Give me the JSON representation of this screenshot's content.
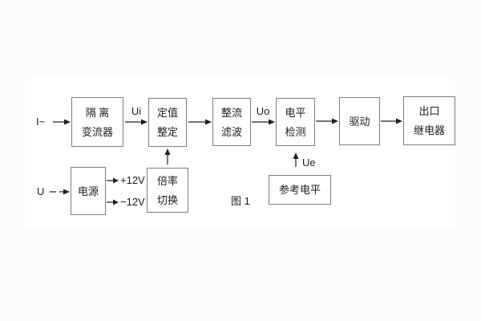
{
  "figure": {
    "caption": "图 1",
    "inputs": {
      "current": "I~",
      "voltage": "U"
    },
    "signal_labels": {
      "ui": "Ui",
      "uo": "Uo",
      "ue": "Ue",
      "plus_12v": "+12V",
      "minus_12v": "−12V"
    },
    "blocks": {
      "isolation_transformer": {
        "line1": "隔 离",
        "line2": "变流器"
      },
      "setting_adjustment": {
        "line1": "定值",
        "line2": "整定"
      },
      "rectify_filter": {
        "line1": "整流",
        "line2": "滤波"
      },
      "level_detection": {
        "line1": "电平",
        "line2": "检测"
      },
      "drive": {
        "label": "驱动"
      },
      "outlet_relay": {
        "line1": "出口",
        "line2": "继电器"
      },
      "power_supply": {
        "label": "电源"
      },
      "ratio_switch": {
        "line1": "倍率",
        "line2": "切换"
      },
      "reference_level": {
        "label": "参考电平"
      }
    },
    "colors": {
      "line": "#1f1f1f",
      "box_border": "#7e7e7e",
      "text": "#1c1c1c",
      "background": "#fcfcfc",
      "panel": "#ffffff"
    }
  }
}
